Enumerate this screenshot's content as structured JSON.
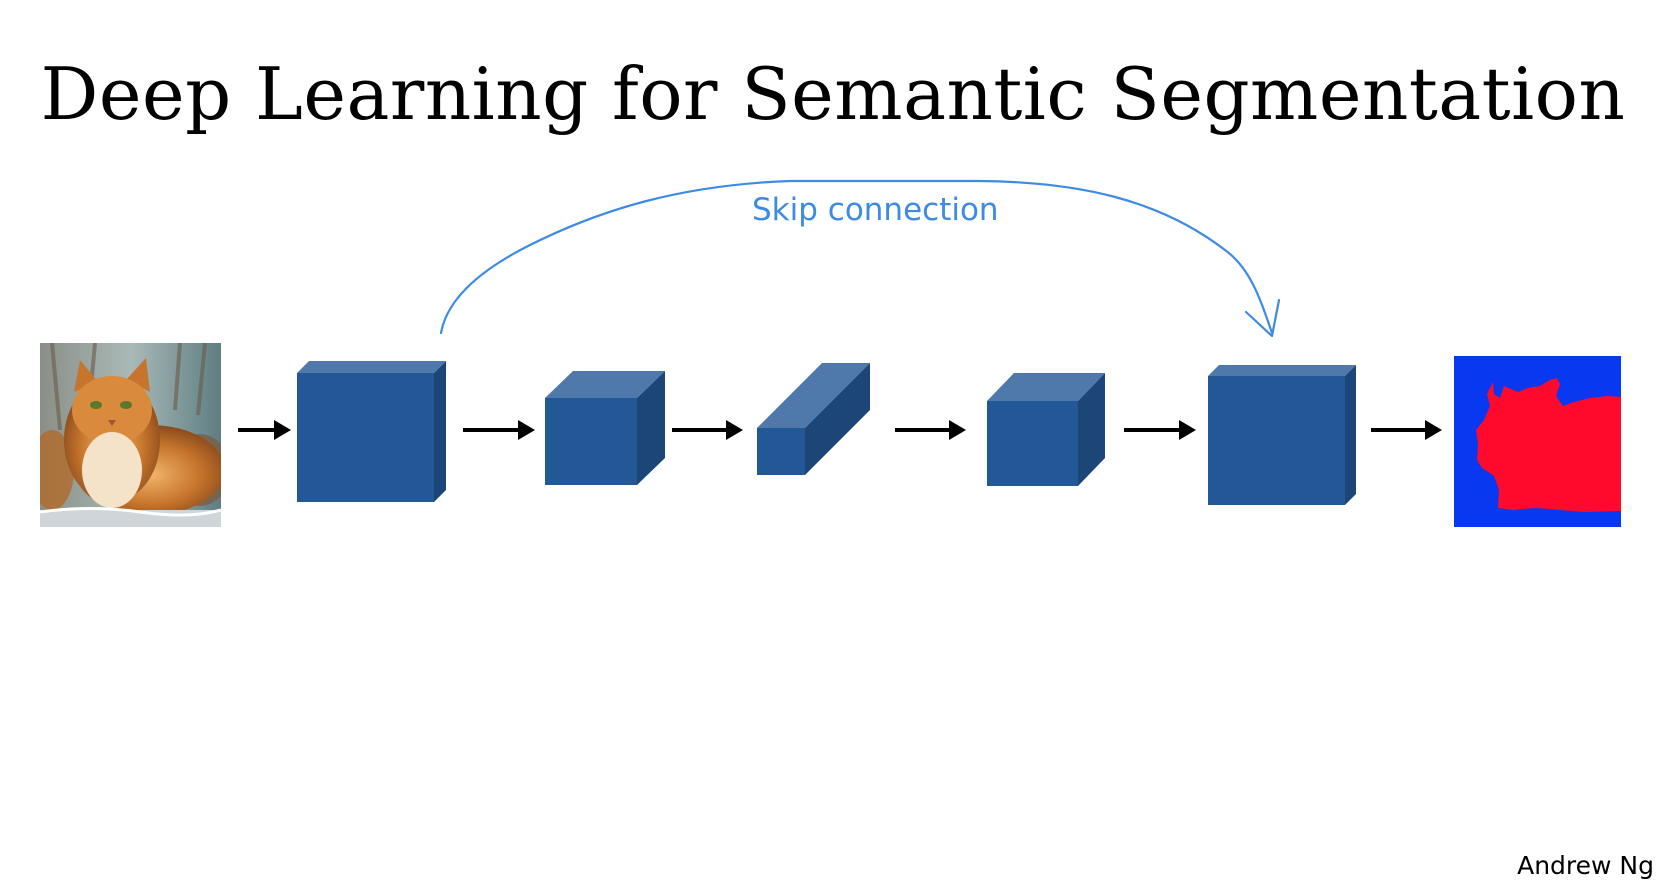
{
  "slide": {
    "title": "Deep Learning for Semantic Segmentation",
    "author": "Andrew Ng"
  },
  "diagram": {
    "skip_connection_label": "Skip connection",
    "colors": {
      "block_front": "#235896",
      "block_top": "#5079ab",
      "block_side": "#1c4677",
      "arrow": "#000000",
      "skip_arrow": "#3d8be3",
      "mask_background": "#0838f0",
      "mask_foreground": "#ff0a2c",
      "cat_fur": "#c8782e"
    },
    "input_image": "cat-photo",
    "output_image": "segmentation-mask",
    "blocks": [
      "encoder-block-1",
      "encoder-block-2",
      "bottleneck-block",
      "decoder-block-1",
      "decoder-block-2"
    ]
  }
}
